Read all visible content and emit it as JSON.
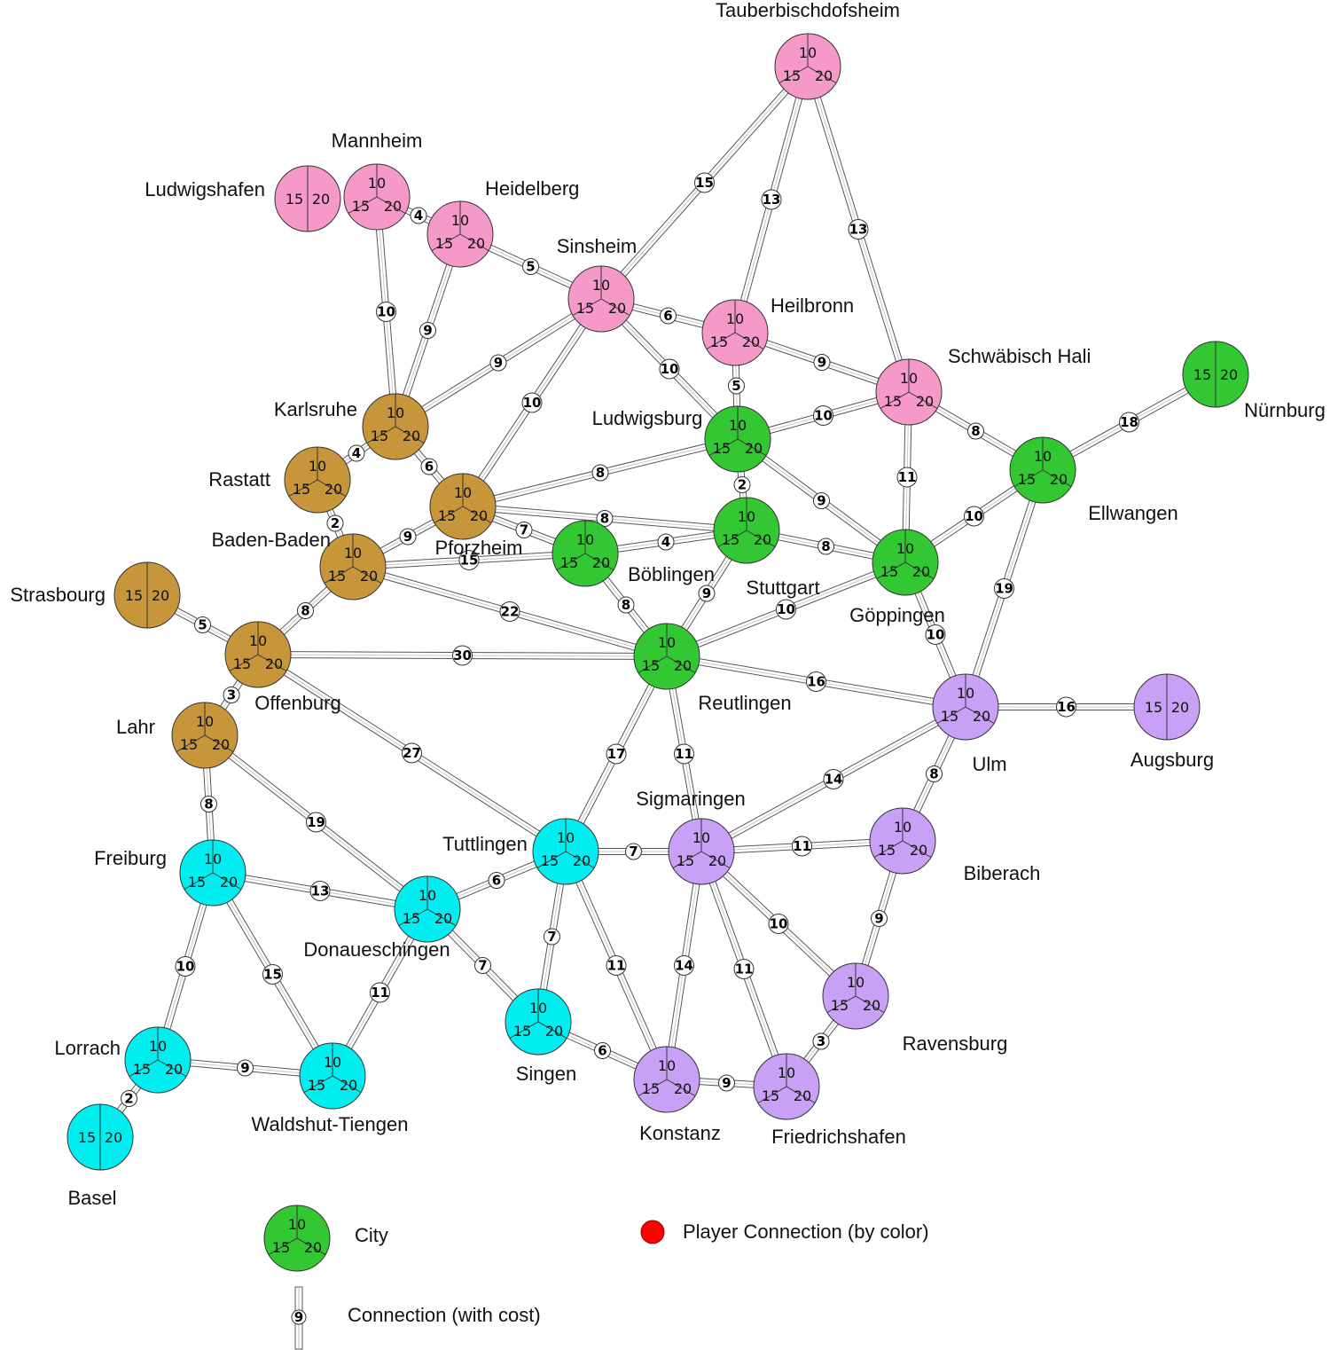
{
  "region_colors": {
    "pink": "#f59ac8",
    "brown": "#c8963a",
    "green": "#33c833",
    "cyan": "#00eef0",
    "purple": "#c8a0f5"
  },
  "cities": [
    {
      "id": "tauberbischofsheim",
      "name": "Tauberbischdofsheim",
      "region": "pink",
      "slots": [
        "10",
        "15",
        "20"
      ]
    },
    {
      "id": "mannheim",
      "name": "Mannheim",
      "region": "pink",
      "slots": [
        "10",
        "15",
        "20"
      ]
    },
    {
      "id": "ludwigshafen",
      "name": "Ludwigshafen",
      "region": "pink",
      "slots": [
        "15",
        "20"
      ]
    },
    {
      "id": "heidelberg",
      "name": "Heidelberg",
      "region": "pink",
      "slots": [
        "10",
        "15",
        "20"
      ]
    },
    {
      "id": "sinsheim",
      "name": "Sinsheim",
      "region": "pink",
      "slots": [
        "10",
        "15",
        "20"
      ]
    },
    {
      "id": "heilbronn",
      "name": "Heilbronn",
      "region": "pink",
      "slots": [
        "10",
        "15",
        "20"
      ]
    },
    {
      "id": "schwaebisch_hall",
      "name": "Schwäbisch Hali",
      "region": "pink",
      "slots": [
        "10",
        "15",
        "20"
      ]
    },
    {
      "id": "karlsruhe",
      "name": "Karlsruhe",
      "region": "brown",
      "slots": [
        "10",
        "15",
        "20"
      ]
    },
    {
      "id": "rastatt",
      "name": "Rastatt",
      "region": "brown",
      "slots": [
        "10",
        "15",
        "20"
      ]
    },
    {
      "id": "pforzheim",
      "name": "Pforzheim",
      "region": "brown",
      "slots": [
        "10",
        "15",
        "20"
      ]
    },
    {
      "id": "baden_baden",
      "name": "Baden-Baden",
      "region": "brown",
      "slots": [
        "10",
        "15",
        "20"
      ]
    },
    {
      "id": "strasbourg",
      "name": "Strasbourg",
      "region": "brown",
      "slots": [
        "15",
        "20"
      ]
    },
    {
      "id": "offenburg",
      "name": "Offenburg",
      "region": "brown",
      "slots": [
        "10",
        "15",
        "20"
      ]
    },
    {
      "id": "lahr",
      "name": "Lahr",
      "region": "brown",
      "slots": [
        "10",
        "15",
        "20"
      ]
    },
    {
      "id": "ludwigsburg",
      "name": "Ludwigsburg",
      "region": "green",
      "slots": [
        "10",
        "15",
        "20"
      ]
    },
    {
      "id": "stuttgart",
      "name": "Stuttgart",
      "region": "green",
      "slots": [
        "10",
        "15",
        "20"
      ]
    },
    {
      "id": "boeblingen",
      "name": "Böblingen",
      "region": "green",
      "slots": [
        "10",
        "15",
        "20"
      ]
    },
    {
      "id": "goeppingen",
      "name": "Göppingen",
      "region": "green",
      "slots": [
        "10",
        "15",
        "20"
      ]
    },
    {
      "id": "reutlingen",
      "name": "Reutlingen",
      "region": "green",
      "slots": [
        "10",
        "15",
        "20"
      ]
    },
    {
      "id": "ellwangen",
      "name": "Ellwangen",
      "region": "green",
      "slots": [
        "10",
        "15",
        "20"
      ]
    },
    {
      "id": "nuernburg",
      "name": "Nürnburg",
      "region": "green",
      "slots": [
        "15",
        "20"
      ]
    },
    {
      "id": "freiburg",
      "name": "Freiburg",
      "region": "cyan",
      "slots": [
        "10",
        "15",
        "20"
      ]
    },
    {
      "id": "donaueschingen",
      "name": "Donaueschingen",
      "region": "cyan",
      "slots": [
        "10",
        "15",
        "20"
      ]
    },
    {
      "id": "tuttlingen",
      "name": "Tuttlingen",
      "region": "cyan",
      "slots": [
        "10",
        "15",
        "20"
      ]
    },
    {
      "id": "singen",
      "name": "Singen",
      "region": "cyan",
      "slots": [
        "10",
        "15",
        "20"
      ]
    },
    {
      "id": "lorrach",
      "name": "Lorrach",
      "region": "cyan",
      "slots": [
        "10",
        "15",
        "20"
      ]
    },
    {
      "id": "waldshut",
      "name": "Waldshut-Tiengen",
      "region": "cyan",
      "slots": [
        "10",
        "15",
        "20"
      ]
    },
    {
      "id": "basel",
      "name": "Basel",
      "region": "cyan",
      "slots": [
        "15",
        "20"
      ]
    },
    {
      "id": "ulm",
      "name": "Ulm",
      "region": "purple",
      "slots": [
        "10",
        "15",
        "20"
      ]
    },
    {
      "id": "augsburg",
      "name": "Augsburg",
      "region": "purple",
      "slots": [
        "15",
        "20"
      ]
    },
    {
      "id": "sigmaringen",
      "name": "Sigmaringen",
      "region": "purple",
      "slots": [
        "10",
        "15",
        "20"
      ]
    },
    {
      "id": "biberach",
      "name": "Biberach",
      "region": "purple",
      "slots": [
        "10",
        "15",
        "20"
      ]
    },
    {
      "id": "ravensburg",
      "name": "Ravensburg",
      "region": "purple",
      "slots": [
        "10",
        "15",
        "20"
      ]
    },
    {
      "id": "konstanz",
      "name": "Konstanz",
      "region": "purple",
      "slots": [
        "10",
        "15",
        "20"
      ]
    },
    {
      "id": "friedrichshafen",
      "name": "Friedrichshafen",
      "region": "purple",
      "slots": [
        "10",
        "15",
        "20"
      ]
    }
  ],
  "connections": [
    {
      "from": "tauberbischofsheim",
      "to": "sinsheim",
      "cost": "15"
    },
    {
      "from": "tauberbischofsheim",
      "to": "heilbronn",
      "cost": "13"
    },
    {
      "from": "tauberbischofsheim",
      "to": "schwaebisch_hall",
      "cost": "13"
    },
    {
      "from": "mannheim",
      "to": "heidelberg",
      "cost": "4"
    },
    {
      "from": "mannheim",
      "to": "karlsruhe",
      "cost": "10"
    },
    {
      "from": "heidelberg",
      "to": "sinsheim",
      "cost": "5"
    },
    {
      "from": "heidelberg",
      "to": "karlsruhe",
      "cost": "9"
    },
    {
      "from": "sinsheim",
      "to": "heilbronn",
      "cost": "6"
    },
    {
      "from": "sinsheim",
      "to": "karlsruhe",
      "cost": "9"
    },
    {
      "from": "sinsheim",
      "to": "pforzheim",
      "cost": "10"
    },
    {
      "from": "sinsheim",
      "to": "ludwigsburg",
      "cost": "10"
    },
    {
      "from": "heilbronn",
      "to": "schwaebisch_hall",
      "cost": "9"
    },
    {
      "from": "heilbronn",
      "to": "ludwigsburg",
      "cost": "5"
    },
    {
      "from": "schwaebisch_hall",
      "to": "ludwigsburg",
      "cost": "10"
    },
    {
      "from": "schwaebisch_hall",
      "to": "ellwangen",
      "cost": "8"
    },
    {
      "from": "schwaebisch_hall",
      "to": "goeppingen",
      "cost": "11"
    },
    {
      "from": "nuernburg",
      "to": "ellwangen",
      "cost": "18"
    },
    {
      "from": "karlsruhe",
      "to": "rastatt",
      "cost": "4"
    },
    {
      "from": "karlsruhe",
      "to": "pforzheim",
      "cost": "6"
    },
    {
      "from": "rastatt",
      "to": "baden_baden",
      "cost": "2"
    },
    {
      "from": "pforzheim",
      "to": "baden_baden",
      "cost": "9"
    },
    {
      "from": "pforzheim",
      "to": "ludwigsburg",
      "cost": "8"
    },
    {
      "from": "pforzheim",
      "to": "stuttgart",
      "cost": "8"
    },
    {
      "from": "pforzheim",
      "to": "boeblingen",
      "cost": "7"
    },
    {
      "from": "ludwigsburg",
      "to": "stuttgart",
      "cost": "2"
    },
    {
      "from": "ludwigsburg",
      "to": "goeppingen",
      "cost": "9"
    },
    {
      "from": "boeblingen",
      "to": "stuttgart",
      "cost": "4"
    },
    {
      "from": "baden_baden",
      "to": "boeblingen",
      "cost": "15"
    },
    {
      "from": "stuttgart",
      "to": "goeppingen",
      "cost": "8"
    },
    {
      "from": "goeppingen",
      "to": "ellwangen",
      "cost": "10"
    },
    {
      "from": "baden_baden",
      "to": "offenburg",
      "cost": "8"
    },
    {
      "from": "baden_baden",
      "to": "reutlingen",
      "cost": "22"
    },
    {
      "from": "boeblingen",
      "to": "reutlingen",
      "cost": "8"
    },
    {
      "from": "stuttgart",
      "to": "reutlingen",
      "cost": "9"
    },
    {
      "from": "goeppingen",
      "to": "reutlingen",
      "cost": "10"
    },
    {
      "from": "goeppingen",
      "to": "ulm",
      "cost": "10"
    },
    {
      "from": "ellwangen",
      "to": "ulm",
      "cost": "19"
    },
    {
      "from": "strasbourg",
      "to": "offenburg",
      "cost": "5"
    },
    {
      "from": "offenburg",
      "to": "reutlingen",
      "cost": "30"
    },
    {
      "from": "offenburg",
      "to": "lahr",
      "cost": "3"
    },
    {
      "from": "offenburg",
      "to": "tuttlingen",
      "cost": "27"
    },
    {
      "from": "reutlingen",
      "to": "ulm",
      "cost": "16"
    },
    {
      "from": "ulm",
      "to": "augsburg",
      "cost": "16"
    },
    {
      "from": "reutlingen",
      "to": "tuttlingen",
      "cost": "17"
    },
    {
      "from": "reutlingen",
      "to": "sigmaringen",
      "cost": "11"
    },
    {
      "from": "ulm",
      "to": "sigmaringen",
      "cost": "14"
    },
    {
      "from": "ulm",
      "to": "biberach",
      "cost": "8"
    },
    {
      "from": "lahr",
      "to": "freiburg",
      "cost": "8"
    },
    {
      "from": "lahr",
      "to": "donaueschingen",
      "cost": "19"
    },
    {
      "from": "tuttlingen",
      "to": "sigmaringen",
      "cost": "7"
    },
    {
      "from": "sigmaringen",
      "to": "biberach",
      "cost": "11"
    },
    {
      "from": "freiburg",
      "to": "donaueschingen",
      "cost": "13"
    },
    {
      "from": "donaueschingen",
      "to": "tuttlingen",
      "cost": "6"
    },
    {
      "from": "sigmaringen",
      "to": "ravensburg",
      "cost": "10"
    },
    {
      "from": "biberach",
      "to": "ravensburg",
      "cost": "9"
    },
    {
      "from": "freiburg",
      "to": "lorrach",
      "cost": "10"
    },
    {
      "from": "freiburg",
      "to": "waldshut",
      "cost": "15"
    },
    {
      "from": "donaueschingen",
      "to": "waldshut",
      "cost": "11"
    },
    {
      "from": "donaueschingen",
      "to": "singen",
      "cost": "7"
    },
    {
      "from": "tuttlingen",
      "to": "singen",
      "cost": "7"
    },
    {
      "from": "tuttlingen",
      "to": "konstanz",
      "cost": "11"
    },
    {
      "from": "sigmaringen",
      "to": "konstanz",
      "cost": "14"
    },
    {
      "from": "sigmaringen",
      "to": "friedrichshafen",
      "cost": "11"
    },
    {
      "from": "ravensburg",
      "to": "friedrichshafen",
      "cost": "3"
    },
    {
      "from": "singen",
      "to": "konstanz",
      "cost": "6"
    },
    {
      "from": "konstanz",
      "to": "friedrichshafen",
      "cost": "9"
    },
    {
      "from": "lorrach",
      "to": "waldshut",
      "cost": "9"
    },
    {
      "from": "lorrach",
      "to": "basel",
      "cost": "2"
    }
  ],
  "legend": {
    "city_label": "City",
    "city_region": "green",
    "city_slots": [
      "10",
      "15",
      "20"
    ],
    "connection_label": "Connection (with cost)",
    "connection_cost": "9",
    "player_label": "Player Connection (by color)",
    "player_color": "#ff0000"
  }
}
